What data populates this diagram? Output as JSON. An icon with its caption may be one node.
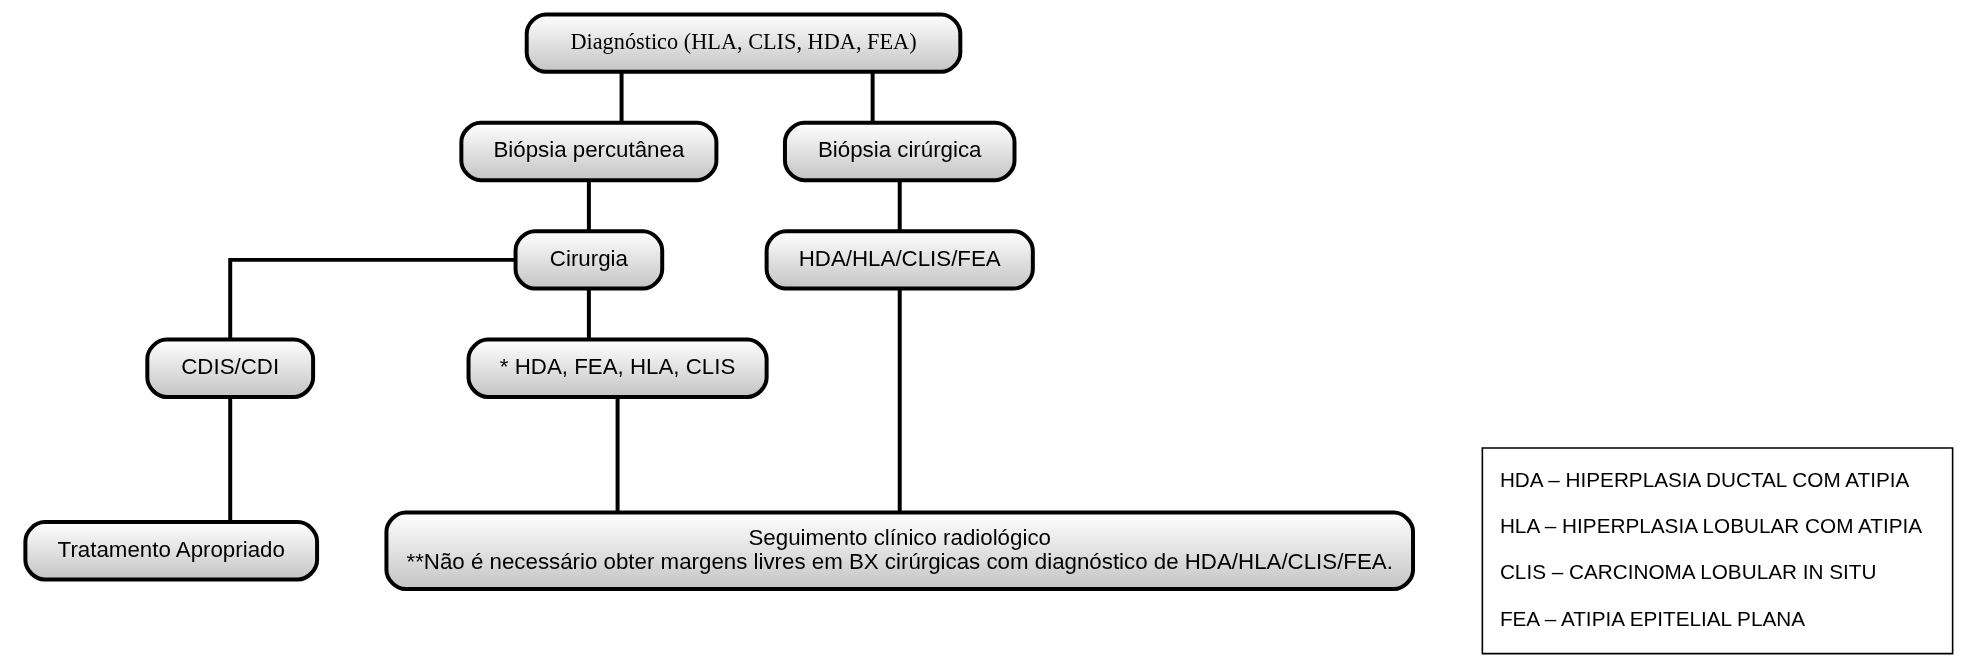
{
  "diagram": {
    "nodes": [
      {
        "text": [
          "Diagnóstico (HLA, CLIS, HDA, FEA)"
        ]
      },
      {
        "text": [
          "Biópsia percutânea"
        ]
      },
      {
        "text": [
          "Biópsia cirúrgica"
        ]
      },
      {
        "text": [
          "Cirurgia"
        ]
      },
      {
        "text": [
          "HDA/HLA/CLIS/FEA"
        ]
      },
      {
        "text": [
          "* HDA, FEA, HLA, CLIS"
        ]
      },
      {
        "text": [
          "CDIS/CDI"
        ]
      },
      {
        "text": [
          "Seguimento clínico radiológico",
          "**Não é necessário obter margens livres em BX cirúrgicas com diagnóstico de HDA/HLA/CLIS/FEA."
        ]
      },
      {
        "text": [
          "Tratamento Apropriado"
        ]
      },
      {
        "text": [
          "HDA – HIPERPLASIA DUCTAL COM ATIPIA",
          "HLA – HIPERPLASIA LOBULAR COM ATIPIA",
          "CLIS – CARCINOMA LOBULAR IN SITU",
          "FEA – ATIPIA EPITELIAL PLANA"
        ]
      }
    ],
    "edges": [
      {
        "from": 0,
        "to": 1,
        "arrow": "none"
      },
      {
        "from": 0,
        "to": 2,
        "arrow": "none"
      },
      {
        "from": 1,
        "to": 3,
        "arrow": "none"
      },
      {
        "from": 2,
        "to": 4,
        "arrow": "none"
      },
      {
        "from": 3,
        "to": 5,
        "arrow": "none"
      },
      {
        "from": 3,
        "to": 6,
        "arrow": "none"
      },
      {
        "from": 6,
        "to": 8,
        "arrow": "none"
      },
      {
        "from": 5,
        "to": 7,
        "arrow": "none"
      },
      {
        "from": 4,
        "to": 7,
        "arrow": "none"
      }
    ]
  }
}
